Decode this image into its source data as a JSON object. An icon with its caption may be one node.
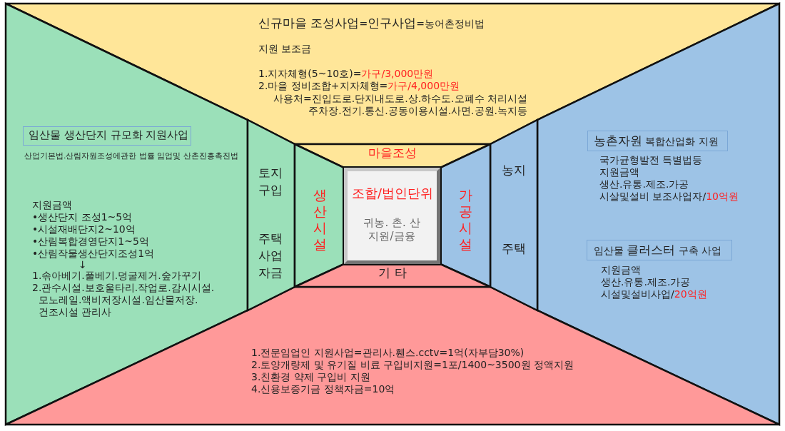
{
  "diagram": {
    "nodes": [
      {
        "text": [
          "**신규마을 조성사업**=**인구사업**=농어촌정비법",
          "지원 보조금",
          "1.지자체형(5~10호)=",
          "가구/3,000만원",
          "2.마을 정비조합+지자체형=",
          "가구/4,000만원",
          "사용처=진입도로.단지내도로.상.하수도.오폐수 처리시설 주차장.전기.통신.공동이용시설.사면.공원.녹지등"
        ]
      },
      {
        "text": [
          "산업기본법.산림자원조성에관한 법률 임업및 산촌진흥촉진법",
          "지원금액",
          "•생산단지 조성1~5억",
          "•시설재배단지2~10억",
          "•산림복합경영단지1~5억",
          "•산림작물생산단지조성1억",
          "↓",
          "1.솎아베기.풀베기.덩굴제거.숲가꾸기",
          "2.관수시설.보호울타리.작업로.감시시설. 모노레일.액비저장시설.임산물저장.건조시설 관리사"
        ]
      },
      {
        "text": [
          "임산물 생산단지 규모화 지원사업"
        ],
        "in": 1
      },
      {
        "text": [
          "국가균형발전 특별법등",
          "지원금액",
          "생산.유통.제조.가공",
          "시살및설비 보조사업자/",
          "10억원",
          "지원금액",
          "생산.유통.제조.가공",
          "시설및설비사업/",
          "20억원"
        ]
      },
      {
        "text": [
          "**농촌자원** 복합산업화 지원"
        ],
        "in": 3
      },
      {
        "text": [
          "임산물 **클러스터** 구축 사업"
        ],
        "in": 3
      },
      {
        "text": [
          "1.전문임업인 지원사업=관리사.휀스.cctv=1억(자부담30%)",
          "2.토양개량제 및 유기질 비료 구입비지원=1포/1400~3500원 정액지원",
          "3.친환경 약제 구입비 지원",
          "4.신용보증기금 정책자금=10억"
        ]
      },
      {
        "text": [
          "토지 구입",
          "주택 사업 자금"
        ]
      },
      {
        "text": [
          "농지",
          "주택"
        ]
      },
      {
        "text": [
          "마을조성"
        ]
      },
      {
        "text": [
          "생산시설"
        ]
      },
      {
        "text": [
          "가공시설"
        ]
      },
      {
        "text": [
          "기 타"
        ]
      },
      {
        "text": [
          "조합/법인단위",
          "귀농. 촌. 산 지원/금융"
        ]
      }
    ]
  }
}
